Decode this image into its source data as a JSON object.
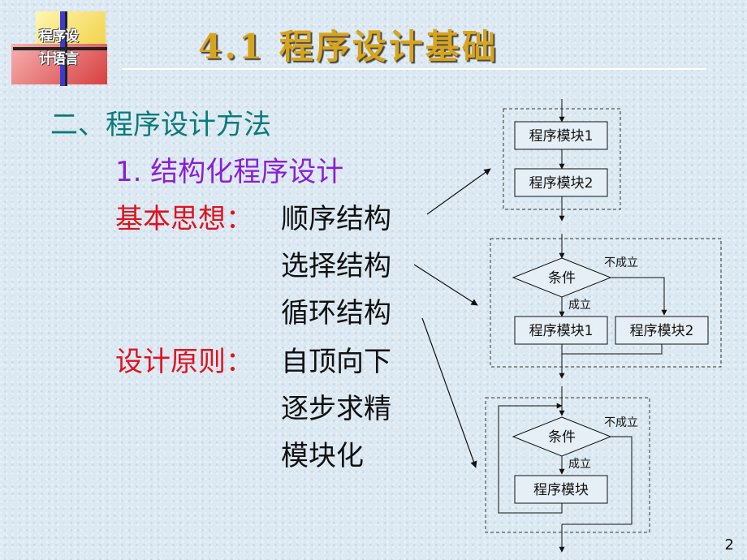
{
  "logo": {
    "line1": "程序设",
    "line2": "计语言"
  },
  "title": "4.1 程序设计基础",
  "body": {
    "heading": "二、程序设计方法",
    "subheading": "1. 结构化程序设计",
    "idea_label": "基本思想：",
    "idea_items": [
      "顺序结构",
      "选择结构",
      "循环结构"
    ],
    "principle_label": "设计原则：",
    "principle_items": [
      "自顶向下",
      "逐步求精",
      "模块化"
    ]
  },
  "diagram": {
    "sequence": {
      "module1": "程序模块1",
      "module2": "程序模块2"
    },
    "selection": {
      "condition": "条件",
      "true_label": "成立",
      "false_label": "不成立",
      "module1": "程序模块1",
      "module2": "程序模块2"
    },
    "loop": {
      "condition": "条件",
      "true_label": "成立",
      "false_label": "不成立",
      "module": "程序模块"
    }
  },
  "page_number": "2"
}
